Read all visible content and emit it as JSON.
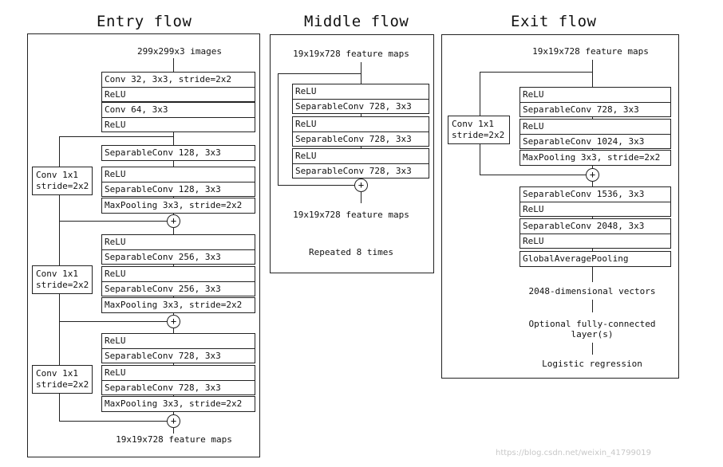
{
  "entry": {
    "title": "Entry flow",
    "input": "299x299x3 images",
    "b1": [
      "Conv 32, 3x3, stride=2x2",
      "ReLU"
    ],
    "b2": [
      "Conv 64, 3x3",
      "ReLU"
    ],
    "b3": [
      "SeparableConv 128, 3x3"
    ],
    "b4": [
      "ReLU",
      "SeparableConv 128, 3x3"
    ],
    "b5": [
      "MaxPooling 3x3, stride=2x2"
    ],
    "b6": [
      "ReLU",
      "SeparableConv 256, 3x3"
    ],
    "b7": [
      "ReLU",
      "SeparableConv 256, 3x3"
    ],
    "b8": [
      "MaxPooling 3x3, stride=2x2"
    ],
    "b9": [
      "ReLU",
      "SeparableConv 728, 3x3"
    ],
    "b10": [
      "ReLU",
      "SeparableConv 728, 3x3"
    ],
    "b11": [
      "MaxPooling 3x3, stride=2x2"
    ],
    "skip": [
      "Conv 1x1",
      "stride=2x2"
    ],
    "output": "19x19x728 feature maps"
  },
  "middle": {
    "title": "Middle flow",
    "input": "19x19x728 feature maps",
    "b1": [
      "ReLU",
      "SeparableConv 728, 3x3"
    ],
    "b2": [
      "ReLU",
      "SeparableConv 728, 3x3"
    ],
    "b3": [
      "ReLU",
      "SeparableConv 728, 3x3"
    ],
    "output": "19x19x728 feature maps",
    "repeat": "Repeated 8 times"
  },
  "exit": {
    "title": "Exit flow",
    "input": "19x19x728 feature maps",
    "b1": [
      "ReLU",
      "SeparableConv 728, 3x3"
    ],
    "b2": [
      "ReLU",
      "SeparableConv 1024, 3x3"
    ],
    "b3": [
      "MaxPooling 3x3, stride=2x2"
    ],
    "skip": [
      "Conv 1x1",
      "stride=2x2"
    ],
    "b4": [
      "SeparableConv 1536, 3x3",
      "ReLU"
    ],
    "b5": [
      "SeparableConv 2048, 3x3",
      "ReLU"
    ],
    "b6": [
      "GlobalAveragePooling"
    ],
    "vectors": "2048-dimensional vectors",
    "fc1": "Optional fully-connected",
    "fc2": "layer(s)",
    "logistic": "Logistic regression"
  },
  "plus_symbol": "+",
  "watermark": "https://blog.csdn.net/weixin_41799019"
}
